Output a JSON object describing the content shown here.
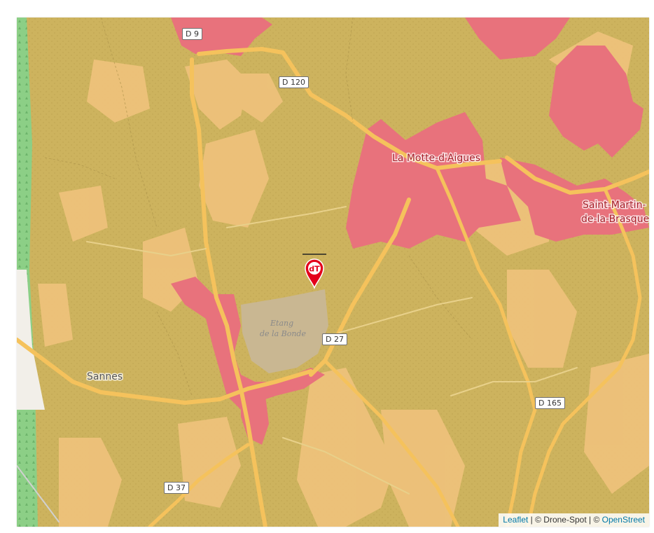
{
  "map": {
    "places": [
      {
        "name": "La Motte-d'Aigues",
        "style": "red"
      },
      {
        "name": "Saint-Martin-",
        "style": "red"
      },
      {
        "name": "de-la-Brasque",
        "style": "red"
      },
      {
        "name": "Sannes",
        "style": "dark"
      }
    ],
    "water": {
      "line1": "Etang",
      "line2": "de la Bonde"
    },
    "roads": [
      "D 9",
      "D 120",
      "D 27",
      "D 165",
      "D 37"
    ],
    "marker": {
      "icon": "dt-location-pin-icon",
      "label": "dT",
      "color": "#e3001b"
    },
    "colors": {
      "vineyard": "#cdb35e",
      "urban": "#e8787f",
      "field": "#f1c77f",
      "road": "#f5c25c",
      "forest": "#7cc27a",
      "water": "#c9b792"
    }
  },
  "attribution": {
    "leaflet": "Leaflet",
    "sep1": " | © Drone-Spot | © ",
    "osm": "OpenStreet"
  }
}
